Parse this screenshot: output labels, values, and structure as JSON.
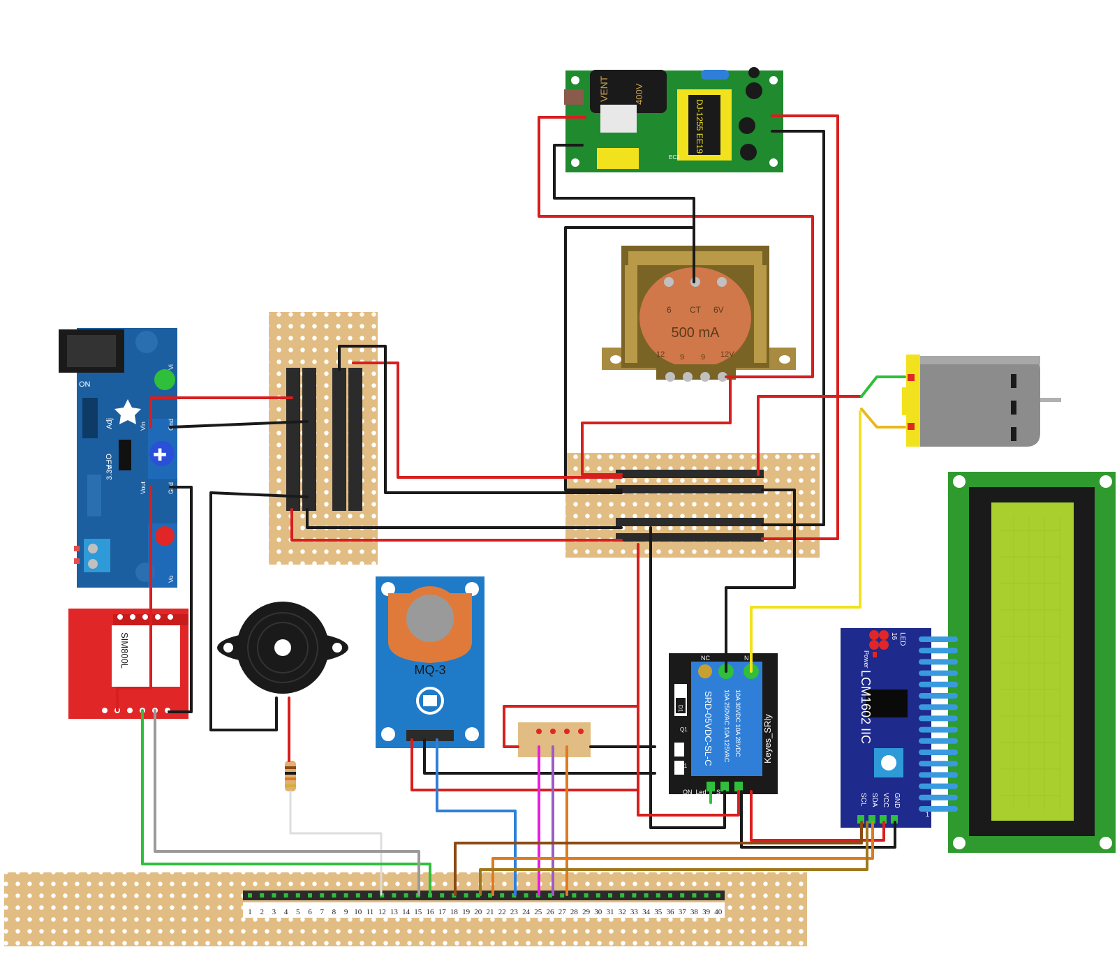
{
  "colors": {
    "wire_red": "#d81e1e",
    "wire_black": "#1a1a1a",
    "wire_green": "#2fbf3a",
    "wire_grey": "#8c8c8c",
    "wire_yellow": "#f2e21e",
    "wire_blue": "#2f7fd8",
    "wire_brown": "#8b4a14",
    "wire_orange": "#e07a1e",
    "wire_magenta": "#e81ee0",
    "wire_purple": "#9b5cc8",
    "stripboard": "#e2bd83",
    "pcb_blue": "#1c5fa0",
    "pcb_green": "#1f8a2e",
    "lcd_screen": "#a8cf2e",
    "sim_red": "#e02626",
    "lcm_board": "#1e2a8c"
  },
  "components": {
    "power_module": {
      "icon": "dc-dc-converter-icon",
      "on_label": "ON",
      "off_label": "OFF",
      "adj_label": "Adj",
      "v33_label": "3.3v",
      "vin_label": "Vin",
      "gnd_label": "Gnd",
      "vout_label": "Vout",
      "gnd2_label": "Gnd",
      "vi_label": "Vi",
      "vo_label": "Vo"
    },
    "smps_module": {
      "icon": "smps-icon",
      "transformer_label": "DJ-1255 EE19",
      "cap_text": "400V",
      "vent_text": "VENT",
      "ec_label": "EC2"
    },
    "transformer": {
      "icon": "transformer-icon",
      "rating": "500 mA",
      "tap_6": "6",
      "tap_ct": "CT",
      "tap_6v": "6V",
      "tap_12": "12",
      "tap_9a": "9",
      "tap_9b": "9",
      "tap_12v": "12V"
    },
    "sim800l": {
      "icon": "gsm-module-icon",
      "label": "SIM800L"
    },
    "buzzer": {
      "icon": "buzzer-icon"
    },
    "mq3": {
      "icon": "gas-sensor-icon",
      "label": "MQ-3"
    },
    "relay": {
      "icon": "relay-icon",
      "nc": "NC",
      "no": "N",
      "model": "SRD-05VDC-SL-C",
      "rating1": "10A 250VAC  10A 125VAC",
      "rating2": "10A  30VDC  10A  28VDC",
      "brand": "Keyes_SRly",
      "on_led": "ON_Led",
      "s_label": "S",
      "d1": "D1",
      "q1": "Q1",
      "r1": "R1"
    },
    "lcm": {
      "icon": "i2c-adapter-icon",
      "label": "LCM1602 IIC",
      "power": "Power",
      "led": "LED",
      "pin16": "16",
      "pin1": "1",
      "gnd": "GND",
      "vcc": "VCC",
      "sda": "SDA",
      "scl": "SCL"
    },
    "lcd": {
      "icon": "lcd-16x2-icon"
    },
    "motor": {
      "icon": "dc-motor-icon"
    },
    "resistor": {
      "icon": "resistor-icon"
    }
  },
  "header_pins": [
    "1",
    "2",
    "3",
    "4",
    "5",
    "6",
    "7",
    "8",
    "9",
    "10",
    "11",
    "12",
    "13",
    "14",
    "15",
    "16",
    "17",
    "18",
    "19",
    "20",
    "21",
    "22",
    "23",
    "24",
    "25",
    "26",
    "27",
    "28",
    "29",
    "30",
    "31",
    "32",
    "33",
    "34",
    "35",
    "36",
    "37",
    "38",
    "39",
    "40"
  ]
}
